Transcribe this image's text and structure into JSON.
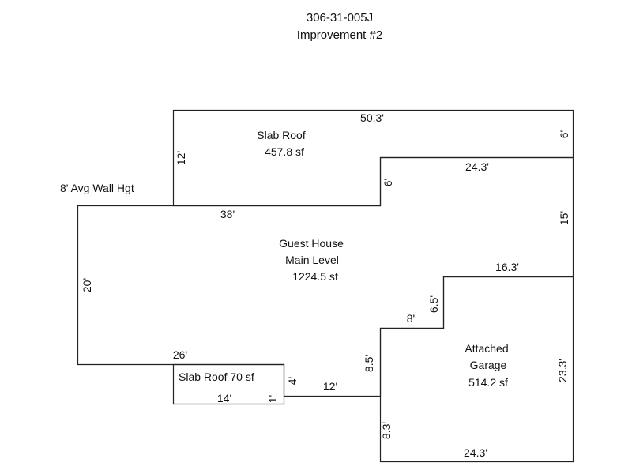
{
  "header": {
    "parcel_id": "306-31-005J",
    "improvement": "Improvement #2"
  },
  "wall_height_note": "8' Avg Wall Hgt",
  "areas": {
    "slab_roof_top": {
      "name": "Slab Roof",
      "area": "457.8 sf"
    },
    "main_level": {
      "name_line1": "Guest House",
      "name_line2": "Main Level",
      "area": "1224.5 sf"
    },
    "slab_roof_small": {
      "label": "Slab Roof  70 sf"
    },
    "garage": {
      "name_line1": "Attached",
      "name_line2": "Garage",
      "area": "514.2 sf"
    }
  },
  "dimensions": {
    "top_50_3": "50.3'",
    "right_6": "6'",
    "slab_left_12": "12'",
    "step_6": "6'",
    "step_24_3": "24.3'",
    "main_top_38": "38'",
    "right_15": "15'",
    "main_left_20": "20'",
    "garage_top_16_3": "16.3'",
    "garage_step_6_5": "6.5'",
    "garage_step_8": "8'",
    "main_bottom_26": "26'",
    "small_slab_4": "4'",
    "small_slab_1": "1'",
    "small_slab_14": "14'",
    "link_12": "12'",
    "garage_left_8_5": "8.5'",
    "garage_right_23_3": "23.3'",
    "garage_left_8_3": "8.3'",
    "garage_bottom_24_3": "24.3'"
  }
}
